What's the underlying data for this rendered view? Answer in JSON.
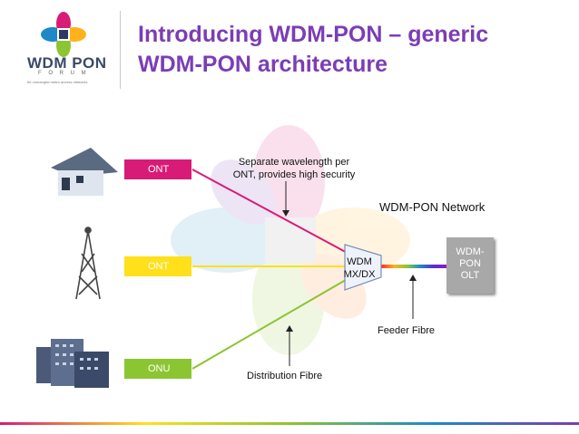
{
  "header": {
    "title_line1": "Introducing WDM-PON – generic",
    "title_line2": "WDM-PON architecture",
    "logo": {
      "name": "WDM PON",
      "sub": "F O R U M",
      "tagline": "for converged metro access networks"
    }
  },
  "nodes": {
    "ont_top": "ONT",
    "ont_mid": "ONT",
    "onu_bottom": "ONU",
    "wdm_line1": "WDM",
    "wdm_line2": "MX/DX",
    "olt_line1": "WDM-",
    "olt_line2": "PON",
    "olt_line3": "OLT"
  },
  "labels": {
    "separate_line1": "Separate wavelength per",
    "separate_line2": "ONT, provides high security",
    "network": "WDM-PON Network",
    "feeder": "Feeder Fibre",
    "distribution": "Distribution Fibre"
  },
  "icons": [
    "house-icon",
    "antenna-tower-icon",
    "office-building-icon",
    "wdm-pon-logo-icon"
  ],
  "colors": {
    "title": "#7b3db5",
    "ont_top": "#d81b77",
    "ont_mid": "#ffe01b",
    "onu": "#8cc532",
    "olt": "#a8a8a8"
  }
}
